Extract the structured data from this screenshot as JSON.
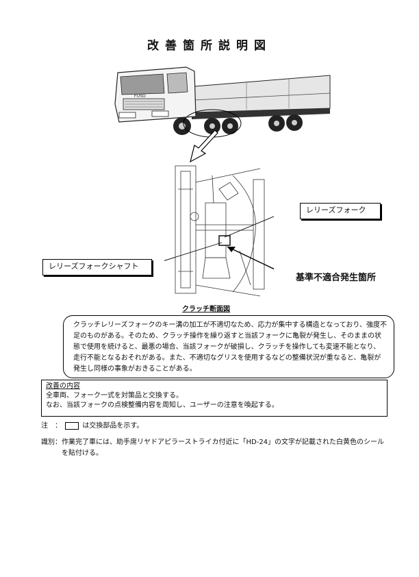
{
  "title": "改善箇所説明図",
  "callouts": {
    "release_fork": "レリーズフォーク",
    "release_fork_shaft": "レリーズフォークシャフト",
    "defect_location": "基準不適合発生箇所"
  },
  "truck_badge": "FUSO",
  "diagram_caption": "クラッチ断面図",
  "description": "クラッチレリーズフォークのキー溝の加工が不適切なため、応力が集中する構造となっており、強度不足のものがある。そのため、クラッチ操作を繰り返すと当該フォークに亀裂が発生し、そのままの状態で使用を続けると、最悪の場合、当該フォークが破損し、クラッチを操作しても変速不能となり、走行不能となるおそれがある。また、不適切なグリスを使用するなどの整備状況が重なると、亀裂が発生し同様の事象がおきることがある。",
  "improvement": {
    "heading": "改善の内容",
    "line1": "全車両、フォーク一式を対策品と交換する。",
    "line2": "なお、当該フォークの点検整備内容を周知し、ユーザーの注意を喚起する。"
  },
  "note": {
    "label": "注　：",
    "text": "は交換部品を示す。"
  },
  "identification": {
    "label": "識別：",
    "text": "作業完了車には、助手席リヤドアピラーストライカ付近に「HD-24」の文字が記載された白黄色のシールを貼付ける。"
  }
}
